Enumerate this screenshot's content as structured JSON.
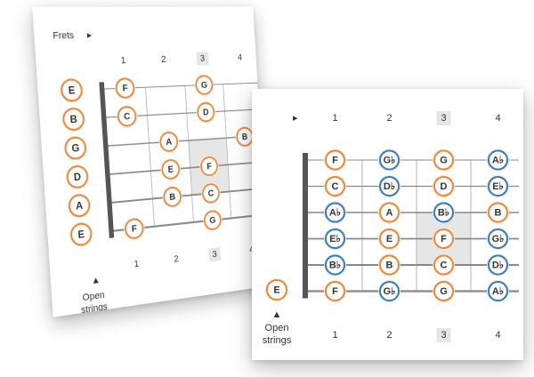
{
  "colors": {
    "natural_stroke": "#e8863a",
    "natural_fill": "#fde8d6",
    "accidental_stroke": "#3b7bb3",
    "accidental_fill": "#d8e7f3",
    "nut": "#555555",
    "string": "#888888",
    "fret": "#b5b5b5",
    "highlight": "#e6e6e6",
    "text": "#333333"
  },
  "back": {
    "frets_label": "Frets",
    "frets_arrow": "▸",
    "top_numbers": [
      "1",
      "2",
      "3",
      "4"
    ],
    "bottom_numbers": [
      "1",
      "2",
      "3",
      "4"
    ],
    "highlighted_fret": "3",
    "open_strings": [
      "E",
      "B",
      "G",
      "D",
      "A",
      "E"
    ],
    "open_caption_arrow": "▲",
    "open_caption_line1": "Open",
    "open_caption_line2": "strings",
    "notes": [
      {
        "string": 0,
        "fret": 1,
        "name": "F",
        "type": "natural"
      },
      {
        "string": 0,
        "fret": 3,
        "name": "G",
        "type": "natural"
      },
      {
        "string": 1,
        "fret": 1,
        "name": "C",
        "type": "natural"
      },
      {
        "string": 1,
        "fret": 3,
        "name": "D",
        "type": "natural"
      },
      {
        "string": 2,
        "fret": 2,
        "name": "A",
        "type": "natural"
      },
      {
        "string": 2,
        "fret": 4,
        "name": "B",
        "type": "natural"
      },
      {
        "string": 3,
        "fret": 2,
        "name": "E",
        "type": "natural"
      },
      {
        "string": 3,
        "fret": 3,
        "name": "F",
        "type": "natural"
      },
      {
        "string": 4,
        "fret": 2,
        "name": "B",
        "type": "natural"
      },
      {
        "string": 4,
        "fret": 3,
        "name": "C",
        "type": "natural"
      },
      {
        "string": 5,
        "fret": 1,
        "name": "F",
        "type": "natural"
      },
      {
        "string": 5,
        "fret": 3,
        "name": "G",
        "type": "natural"
      }
    ]
  },
  "front": {
    "frets_arrow": "▸",
    "top_numbers": [
      "1",
      "2",
      "3",
      "4"
    ],
    "bottom_numbers": [
      "1",
      "2",
      "3",
      "4"
    ],
    "highlighted_fret": "3",
    "open_strings": [
      "E"
    ],
    "open_caption_arrow": "▲",
    "open_caption_line1": "Open",
    "open_caption_line2": "strings",
    "notes": [
      {
        "string": 0,
        "fret": 1,
        "name": "F",
        "type": "natural"
      },
      {
        "string": 0,
        "fret": 2,
        "name": "G♭",
        "type": "accidental"
      },
      {
        "string": 0,
        "fret": 3,
        "name": "G",
        "type": "natural"
      },
      {
        "string": 0,
        "fret": 4,
        "name": "A♭",
        "type": "accidental"
      },
      {
        "string": 1,
        "fret": 1,
        "name": "C",
        "type": "natural"
      },
      {
        "string": 1,
        "fret": 2,
        "name": "D♭",
        "type": "accidental"
      },
      {
        "string": 1,
        "fret": 3,
        "name": "D",
        "type": "natural"
      },
      {
        "string": 1,
        "fret": 4,
        "name": "E♭",
        "type": "accidental"
      },
      {
        "string": 2,
        "fret": 1,
        "name": "A♭",
        "type": "accidental"
      },
      {
        "string": 2,
        "fret": 2,
        "name": "A",
        "type": "natural"
      },
      {
        "string": 2,
        "fret": 3,
        "name": "B♭",
        "type": "accidental"
      },
      {
        "string": 2,
        "fret": 4,
        "name": "B",
        "type": "natural"
      },
      {
        "string": 3,
        "fret": 1,
        "name": "E♭",
        "type": "accidental"
      },
      {
        "string": 3,
        "fret": 2,
        "name": "E",
        "type": "natural"
      },
      {
        "string": 3,
        "fret": 3,
        "name": "F",
        "type": "natural"
      },
      {
        "string": 3,
        "fret": 4,
        "name": "G♭",
        "type": "accidental"
      },
      {
        "string": 4,
        "fret": 1,
        "name": "B♭",
        "type": "accidental"
      },
      {
        "string": 4,
        "fret": 2,
        "name": "B",
        "type": "natural"
      },
      {
        "string": 4,
        "fret": 3,
        "name": "C",
        "type": "natural"
      },
      {
        "string": 4,
        "fret": 4,
        "name": "D♭",
        "type": "accidental"
      },
      {
        "string": 5,
        "fret": 1,
        "name": "F",
        "type": "natural"
      },
      {
        "string": 5,
        "fret": 2,
        "name": "G♭",
        "type": "accidental"
      },
      {
        "string": 5,
        "fret": 3,
        "name": "G",
        "type": "natural"
      },
      {
        "string": 5,
        "fret": 4,
        "name": "A♭",
        "type": "accidental"
      }
    ]
  }
}
